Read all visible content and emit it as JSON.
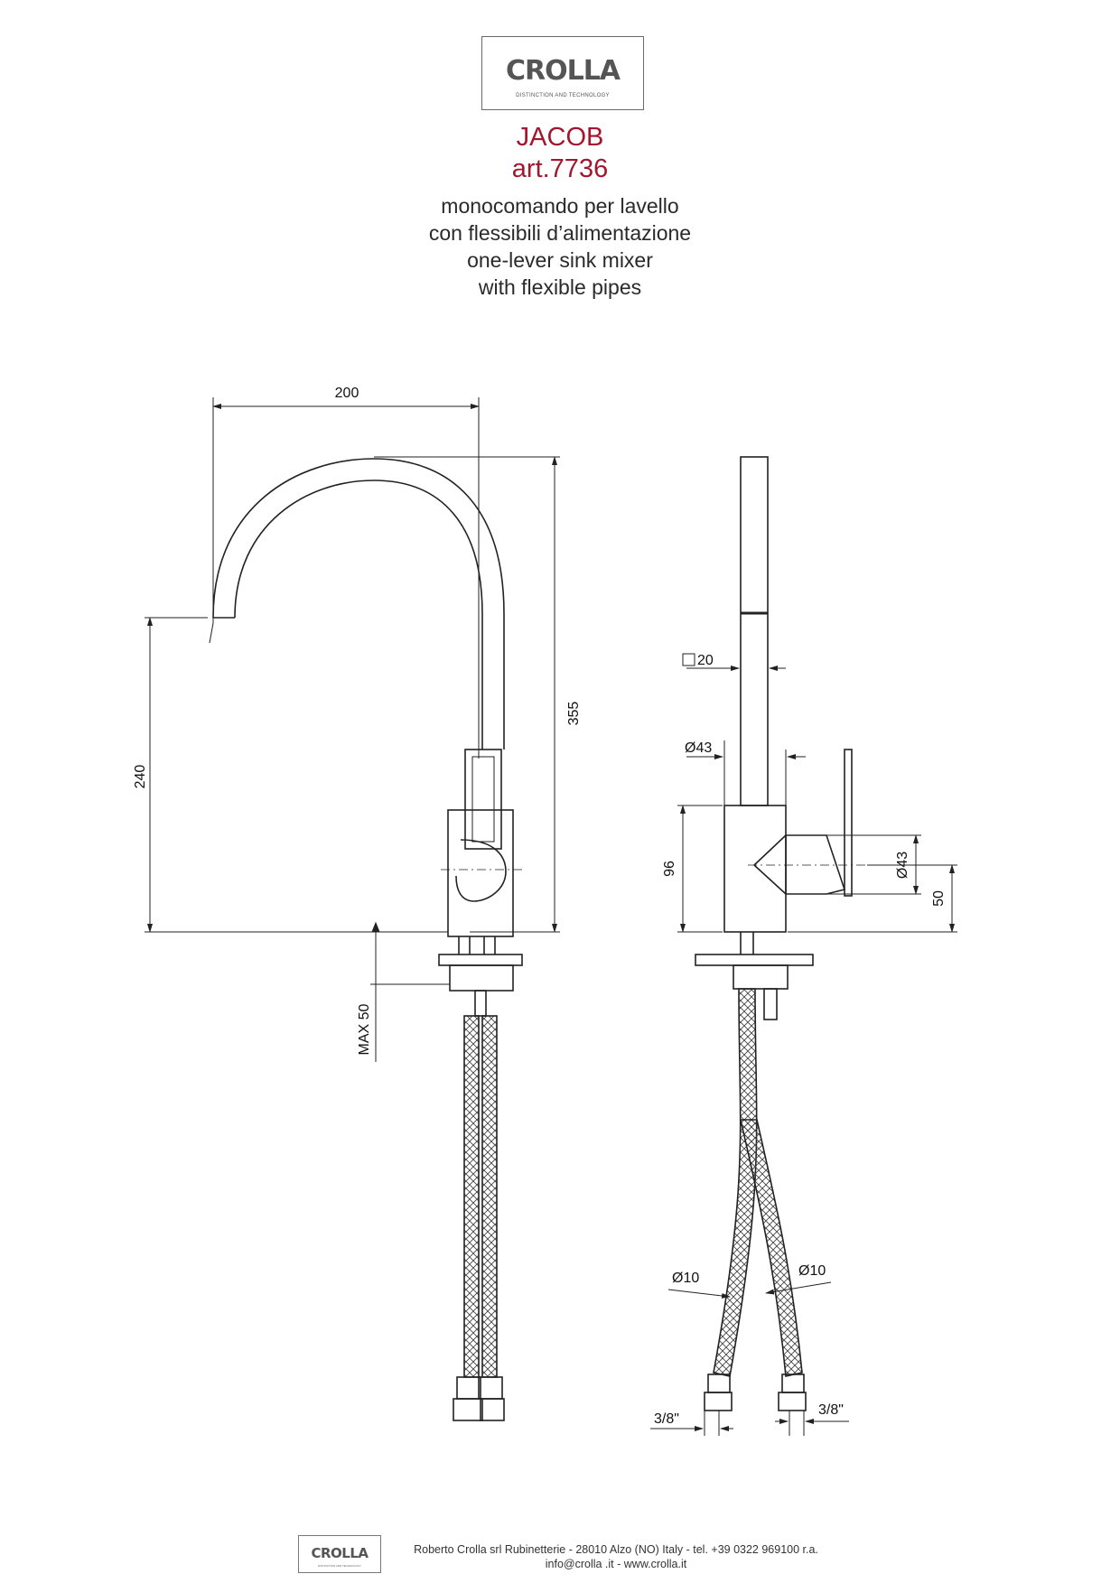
{
  "brand": {
    "logo_text": "CROLLA",
    "tagline": "DISTINCTION AND TECHNOLOGY"
  },
  "product": {
    "name": "JACOB",
    "article": "art.7736",
    "description": [
      "monocomando per lavello",
      "con flessibili d’alimentazione",
      "one-lever sink mixer",
      "with flexible pipes"
    ]
  },
  "dimensions": {
    "reach": "200",
    "total_height": "355",
    "spout_height": "240",
    "max_thickness": "MAX 50",
    "square_section": "20",
    "body_diameter_top": "Ø43",
    "body_height": "96",
    "lever_diameter": "Ø43",
    "lever_axis_height": "50",
    "hose_diameter_left": "Ø10",
    "hose_diameter_right": "Ø10",
    "connector_left": "3/8\"",
    "connector_right": "3/8\""
  },
  "footer": {
    "line1": "Roberto Crolla srl Rubinetterie  -  28010 Alzo (NO) Italy  - tel. +39 0322 969100 r.a.",
    "line2": "info@crolla .it  -  www.crolla.it"
  }
}
